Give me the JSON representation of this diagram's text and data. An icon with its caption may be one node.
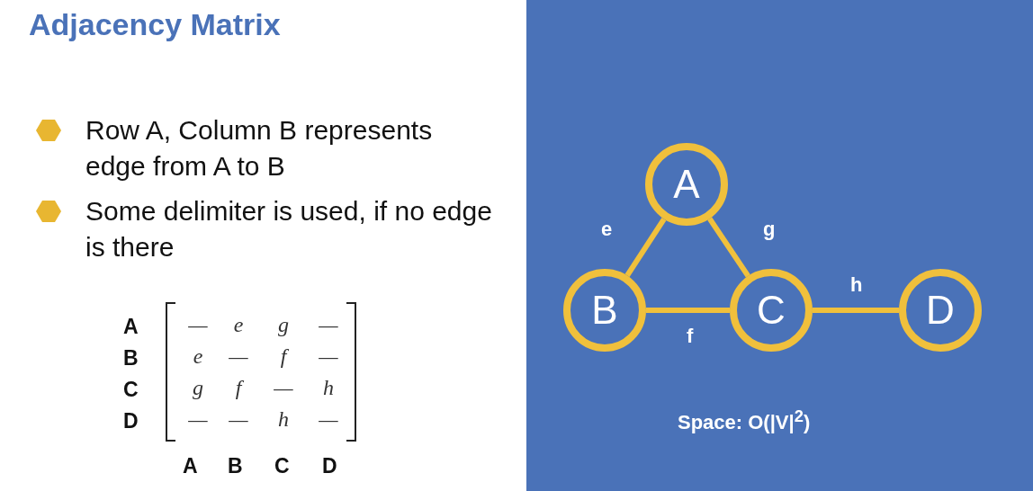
{
  "diagram": {
    "title": "Adjacency Matrix",
    "nodes": [
      {
        "text": [
          "A"
        ]
      },
      {
        "text": [
          "B"
        ]
      },
      {
        "text": [
          "C"
        ]
      },
      {
        "text": [
          "D"
        ]
      }
    ],
    "edges": [
      {
        "from": 0,
        "to": 1,
        "arrow": "none",
        "label": "e"
      },
      {
        "from": 0,
        "to": 2,
        "arrow": "none",
        "label": "g"
      },
      {
        "from": 1,
        "to": 2,
        "arrow": "none",
        "label": "f"
      },
      {
        "from": 2,
        "to": 3,
        "arrow": "none",
        "label": "h"
      }
    ],
    "labels": [
      "Row A, Column B represents edge from A to B",
      "Some delimiter is used, if no edge is there",
      "A",
      "—",
      "e",
      "g",
      "—",
      "B",
      "e",
      "—",
      "f",
      "—",
      "C",
      "g",
      "f",
      "—",
      "h",
      "D",
      "—",
      "—",
      "h",
      "—",
      "A",
      "B",
      "C",
      "D",
      "Space: O(|V|$^{2}$)"
    ]
  }
}
